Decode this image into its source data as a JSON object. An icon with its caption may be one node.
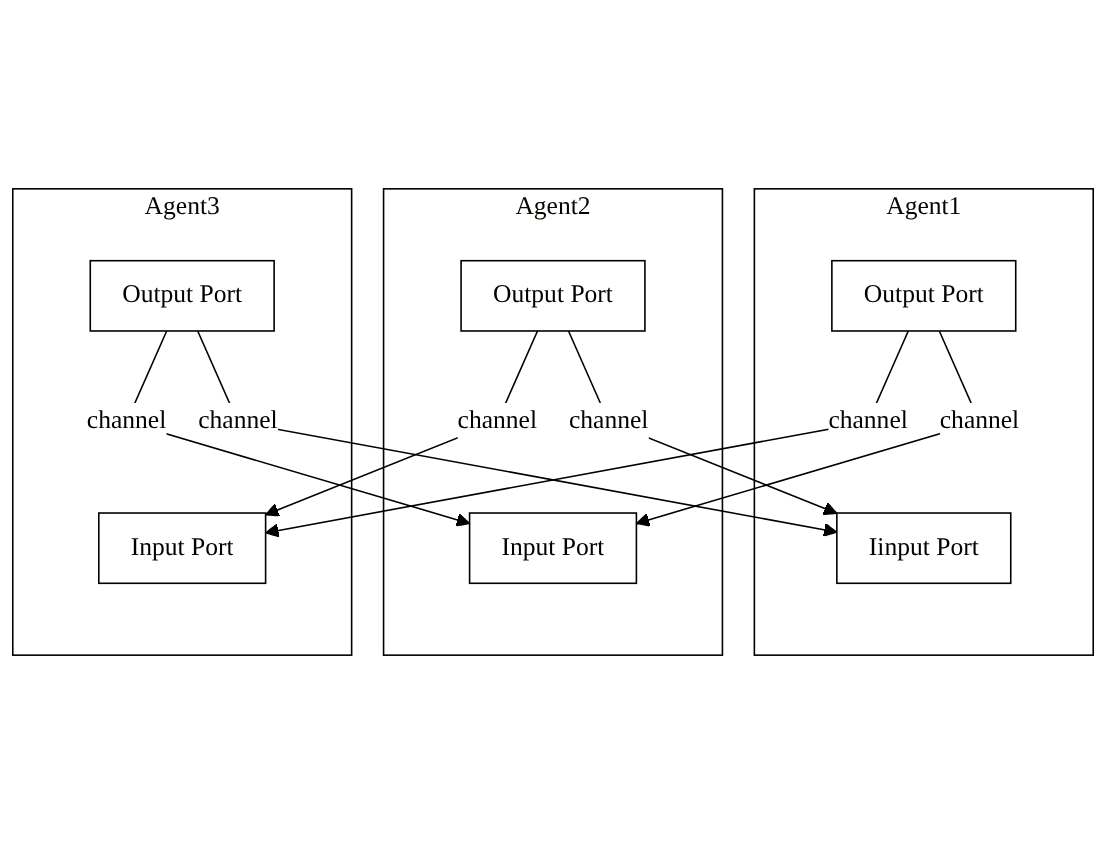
{
  "diagram": {
    "nodes": [
      {
        "text": [
          "Agent1"
        ]
      },
      {
        "text": [
          "Iinput Port"
        ],
        "in": 0
      },
      {
        "text": [
          "Output Port"
        ],
        "in": 0
      },
      {
        "text": [
          "Agent2"
        ]
      },
      {
        "text": [
          "Input Port"
        ],
        "in": 3
      },
      {
        "text": [
          "Output Port"
        ],
        "in": 3
      },
      {
        "text": [
          "Agent3"
        ]
      },
      {
        "text": [
          "Input Port"
        ],
        "in": 6
      },
      {
        "text": [
          "Output Port"
        ],
        "in": 6
      }
    ],
    "edges": [
      {
        "from": 5,
        "to": 1,
        "arrow": "to",
        "label": "channel"
      },
      {
        "from": 2,
        "to": 4,
        "arrow": "to",
        "label": "channel"
      },
      {
        "from": 2,
        "to": 7,
        "arrow": "to",
        "label": "channel"
      },
      {
        "from": 8,
        "to": 4,
        "arrow": "to",
        "label": "channel"
      },
      {
        "from": 8,
        "to": 1,
        "arrow": "to",
        "label": "channel"
      },
      {
        "from": 5,
        "to": 7,
        "arrow": "to",
        "label": "channel"
      }
    ]
  }
}
